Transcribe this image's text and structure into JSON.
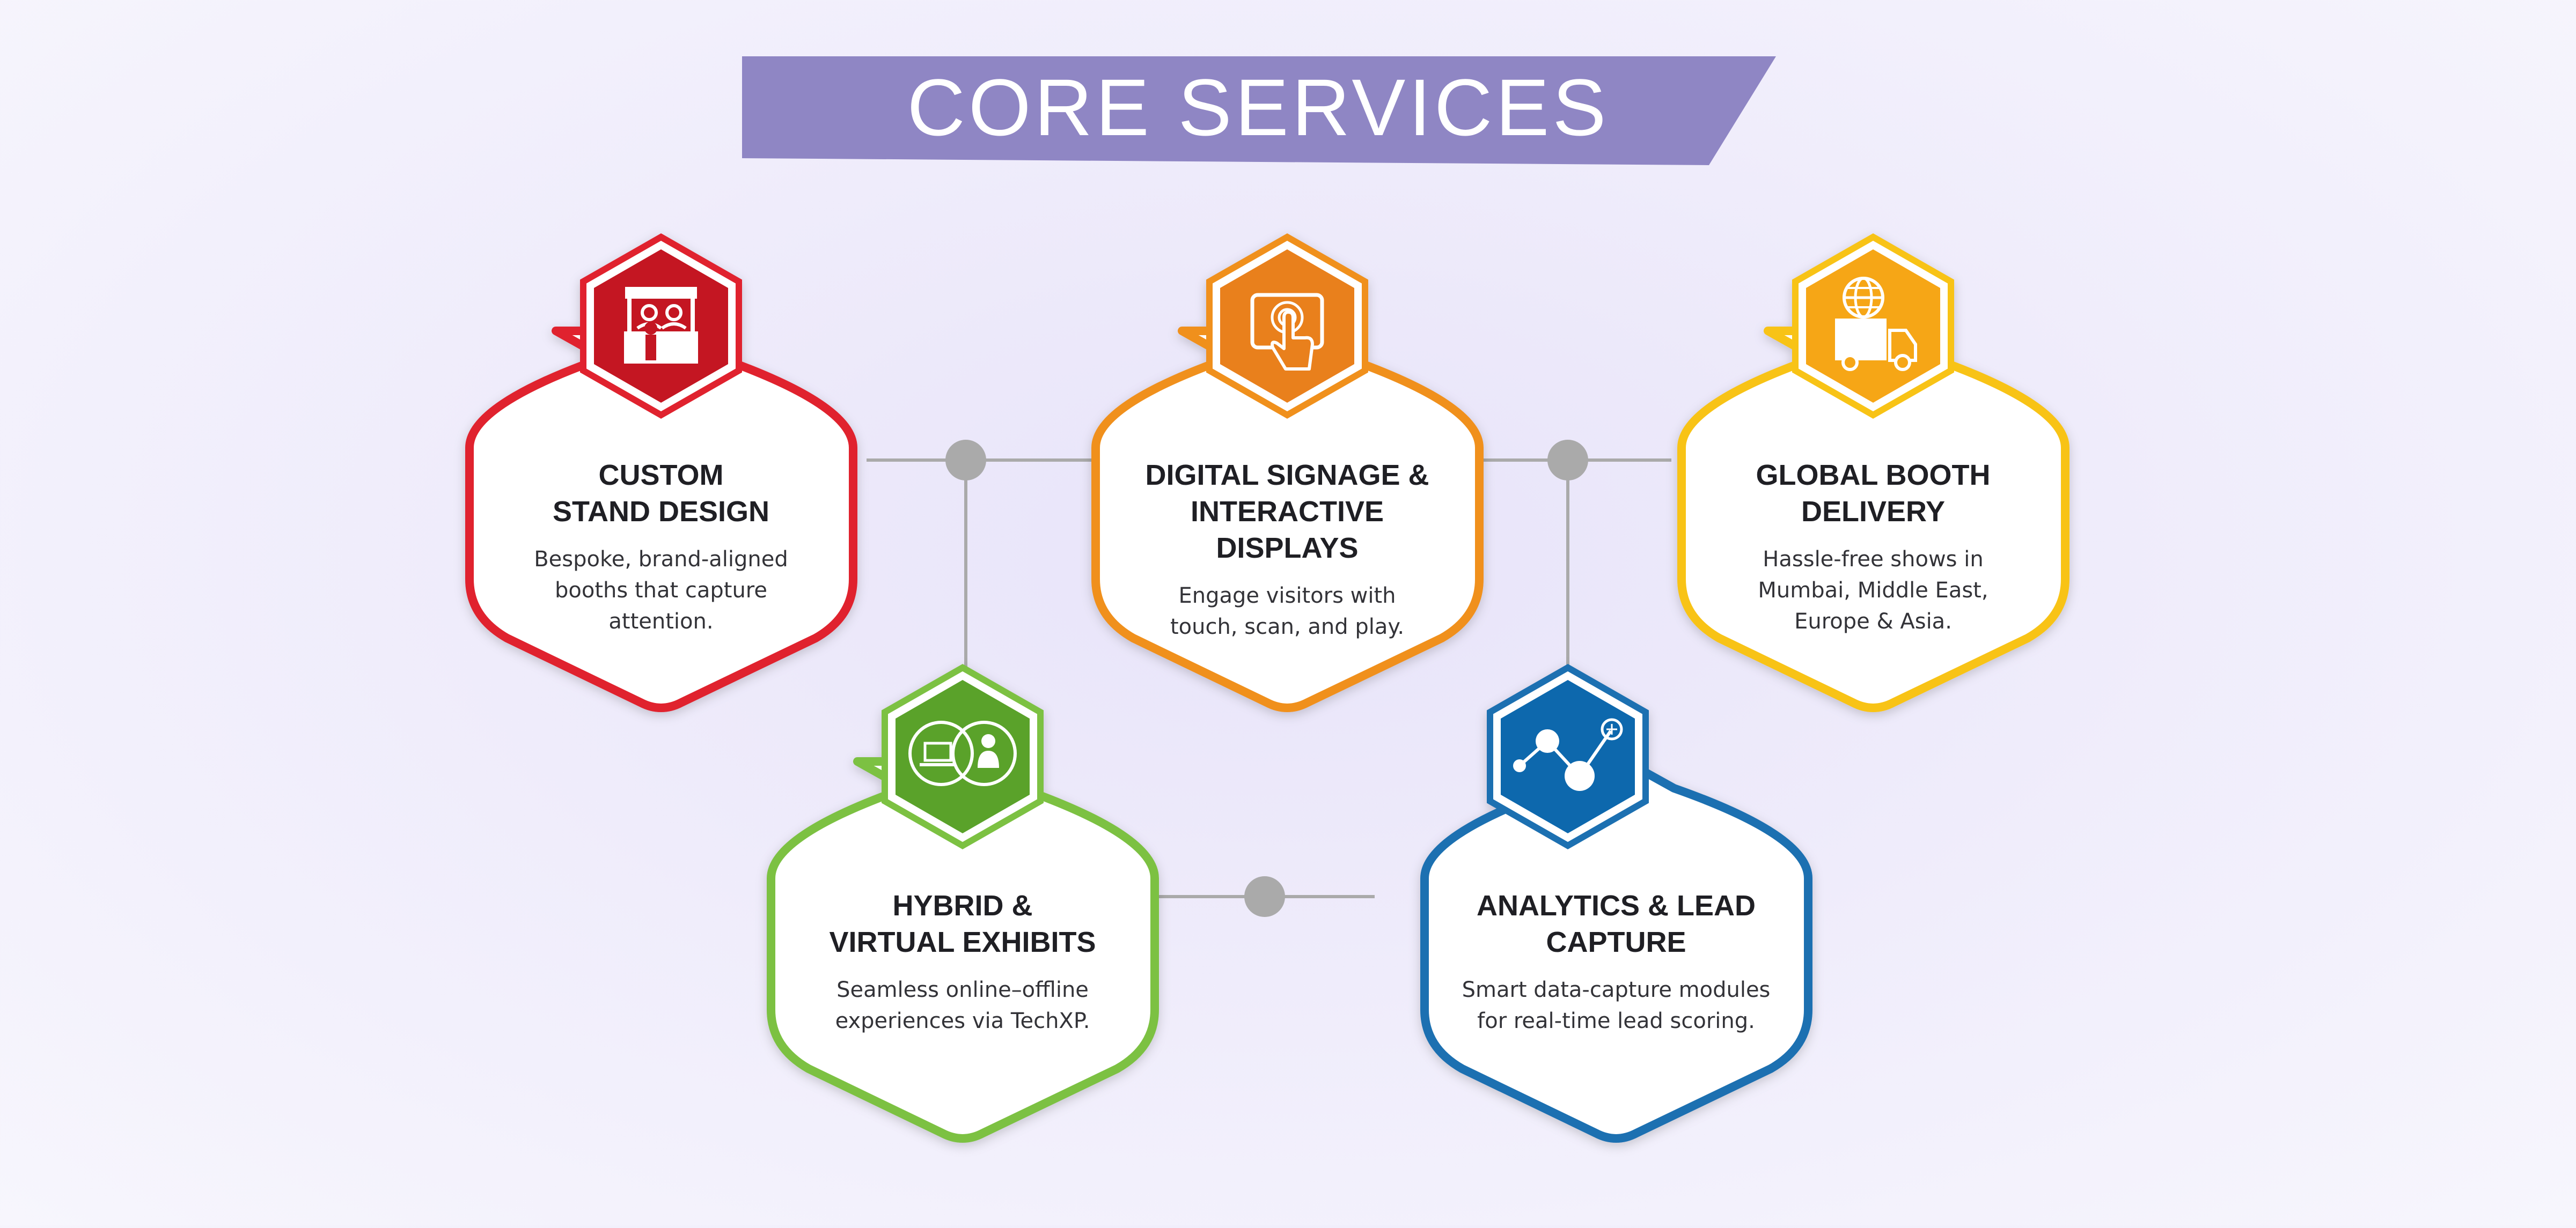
{
  "banner": {
    "title": "CORE SERVICES",
    "color": "#8f86c4"
  },
  "connector_color": "#aaaaaa",
  "services": [
    {
      "id": "custom-stand-design",
      "title_lines": [
        "CUSTOM",
        "STAND DESIGN"
      ],
      "desc_lines": [
        "Bespoke, brand-aligned",
        "booths that capture",
        "attention."
      ],
      "color": "#e0242d",
      "icon": "booth-icon"
    },
    {
      "id": "digital-signage",
      "title_lines": [
        "DIGITAL SIGNAGE &",
        "INTERACTIVE DISPLAYS"
      ],
      "desc_lines": [
        "Engage visitors with",
        "touch, scan, and play."
      ],
      "color": "#f0901f",
      "icon": "touch-screen-icon"
    },
    {
      "id": "global-booth-delivery",
      "title_lines": [
        "GLOBAL BOOTH",
        "DELIVERY"
      ],
      "desc_lines": [
        "Hassle-free shows in",
        "Mumbai, Middle East,",
        "Europe & Asia."
      ],
      "color": "#f8c318",
      "icon": "globe-truck-icon"
    },
    {
      "id": "hybrid-virtual-exhibits",
      "title_lines": [
        "HYBRID &",
        "VIRTUAL EXHIBITS"
      ],
      "desc_lines": [
        "Seamless online–offline",
        "experiences via TechXP."
      ],
      "color": "#7cc143",
      "icon": "laptop-person-icon"
    },
    {
      "id": "analytics-lead-capture",
      "title_lines": [
        "ANALYTICS & LEAD",
        "CAPTURE"
      ],
      "desc_lines": [
        "Smart data-capture modules",
        "for real-time lead scoring."
      ],
      "color": "#1c6fb1",
      "icon": "network-nodes-icon"
    }
  ]
}
